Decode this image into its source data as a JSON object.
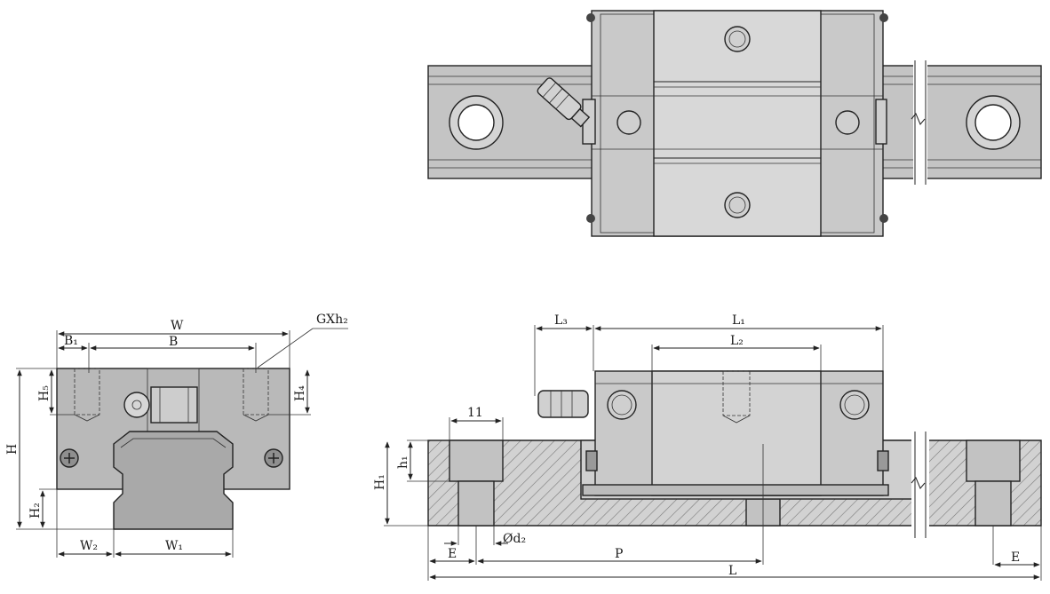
{
  "figure": {
    "views": [
      "top-view",
      "end-view",
      "side-section-view"
    ],
    "fill_colors": {
      "block": "#c9c9c9",
      "block_light": "#dcdcdc",
      "rail": "#bdbdbd",
      "section": "#b8b8b8",
      "hatch": "#777777"
    }
  },
  "labels": {
    "W": "W",
    "B1": "B₁",
    "B": "B",
    "GXh2": "GXh₂",
    "H5": "H₅",
    "H4": "H₄",
    "H": "H",
    "H2": "H₂",
    "W2": "W₂",
    "W1": "W₁",
    "L3": "L₃",
    "L1": "L₁",
    "L2": "L₂",
    "n11": "11",
    "h1": "h₁",
    "H1": "H₁",
    "d2": "Ød₂",
    "E_left": "E",
    "P": "P",
    "E_right": "E",
    "L": "L"
  }
}
